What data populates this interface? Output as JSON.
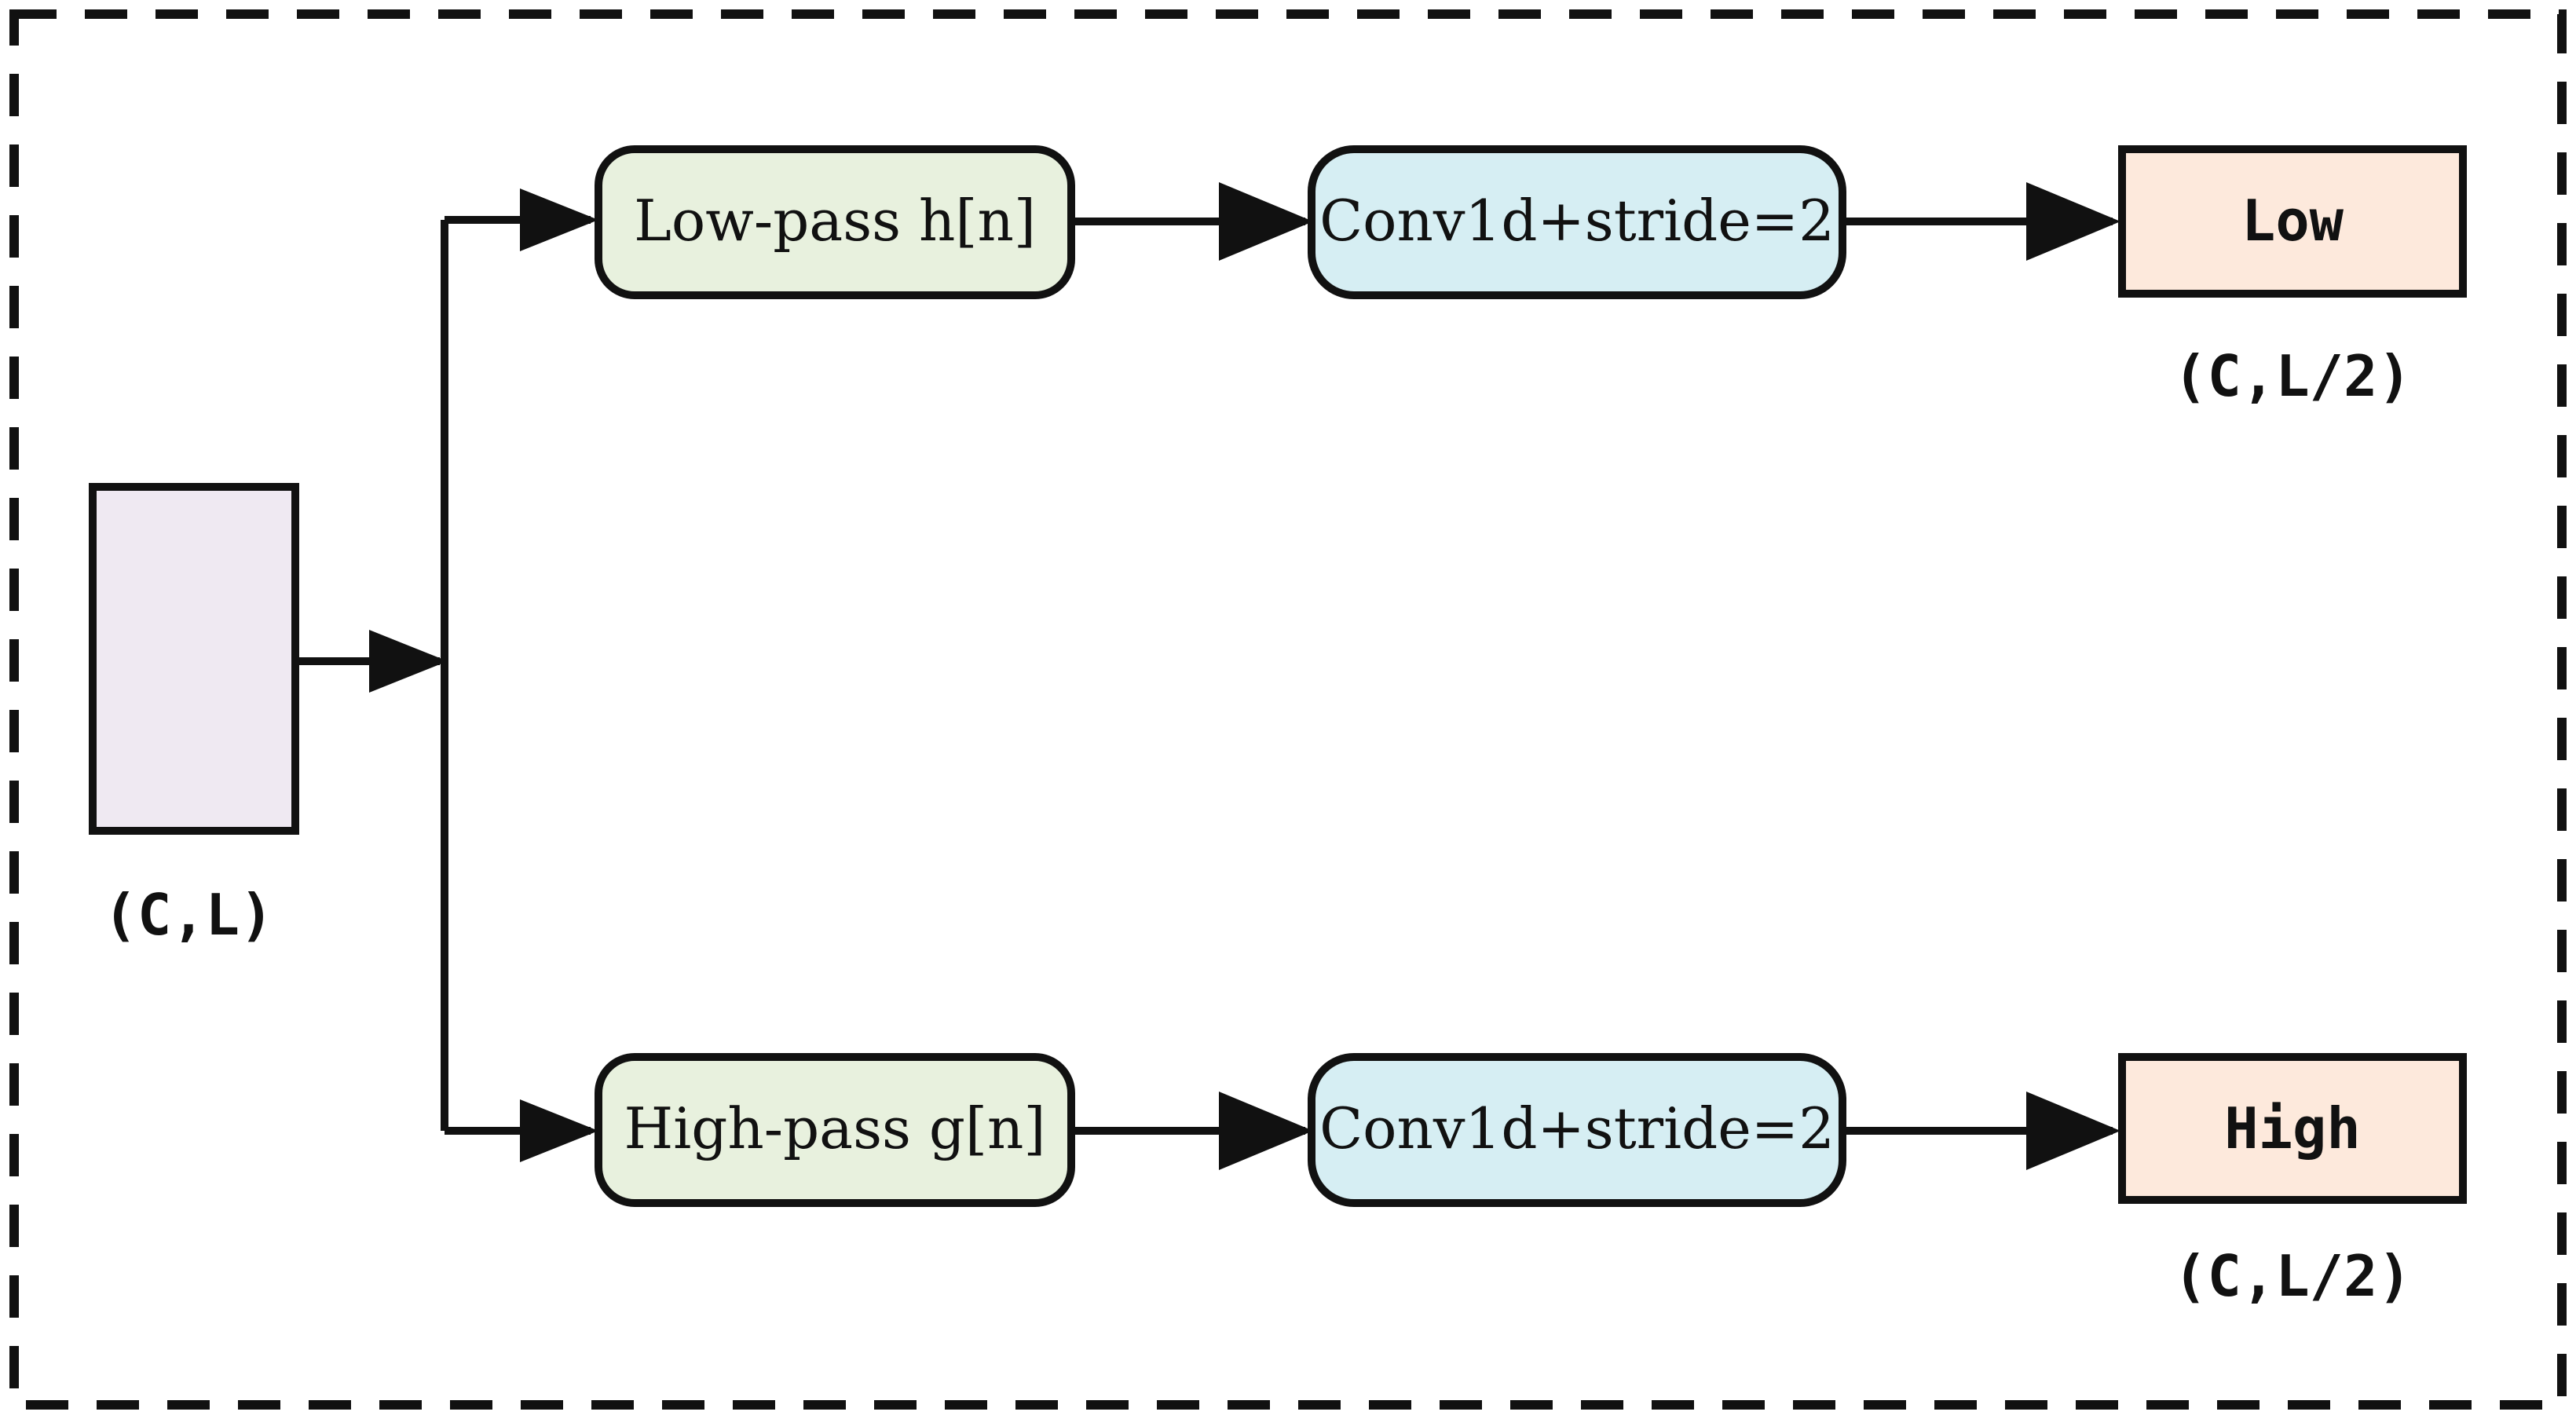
{
  "input": {
    "shape_label": "(C,L)",
    "fill": "#efe9f2"
  },
  "low_branch": {
    "filter_label": "Low-pass h[n]",
    "conv_label": "Conv1d+stride=2",
    "output_label": "Low",
    "output_shape": "(C,L/2)"
  },
  "high_branch": {
    "filter_label": "High-pass g[n]",
    "conv_label": "Conv1d+stride=2",
    "output_label": "High",
    "output_shape": "(C,L/2)"
  },
  "colors": {
    "filter_fill": "#e8f1de",
    "conv_fill": "#d6eef3",
    "output_fill": "#fde9dc",
    "stroke": "#111111"
  }
}
